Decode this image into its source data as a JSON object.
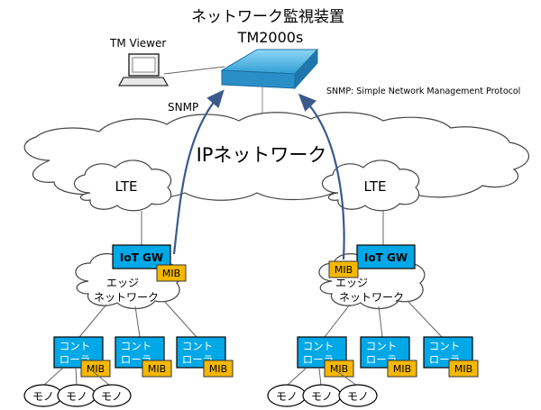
{
  "title": "ネットワーク監視装置",
  "device_model": "TM2000s",
  "viewer_label": "TM Viewer",
  "snmp_label": "SNMP",
  "snmp_note": "SNMP: Simple Network Management Protocol",
  "ip_network_label": "IPネットワーク",
  "lte_label": "LTE",
  "gateway_label": "IoT GW",
  "edge_network_line1": "エッジ",
  "edge_network_line2": "ネットワーク",
  "controller_line1": "コント",
  "controller_line2": "ローラ",
  "mib_label": "MIB",
  "thing_label": "モノ",
  "colors": {
    "box_fill": "#00a8e8",
    "box_stroke": "#000000",
    "mib_fill": "#f5b800",
    "arrow": "#3b5a8c",
    "device_fill": "#4fb8e6"
  }
}
